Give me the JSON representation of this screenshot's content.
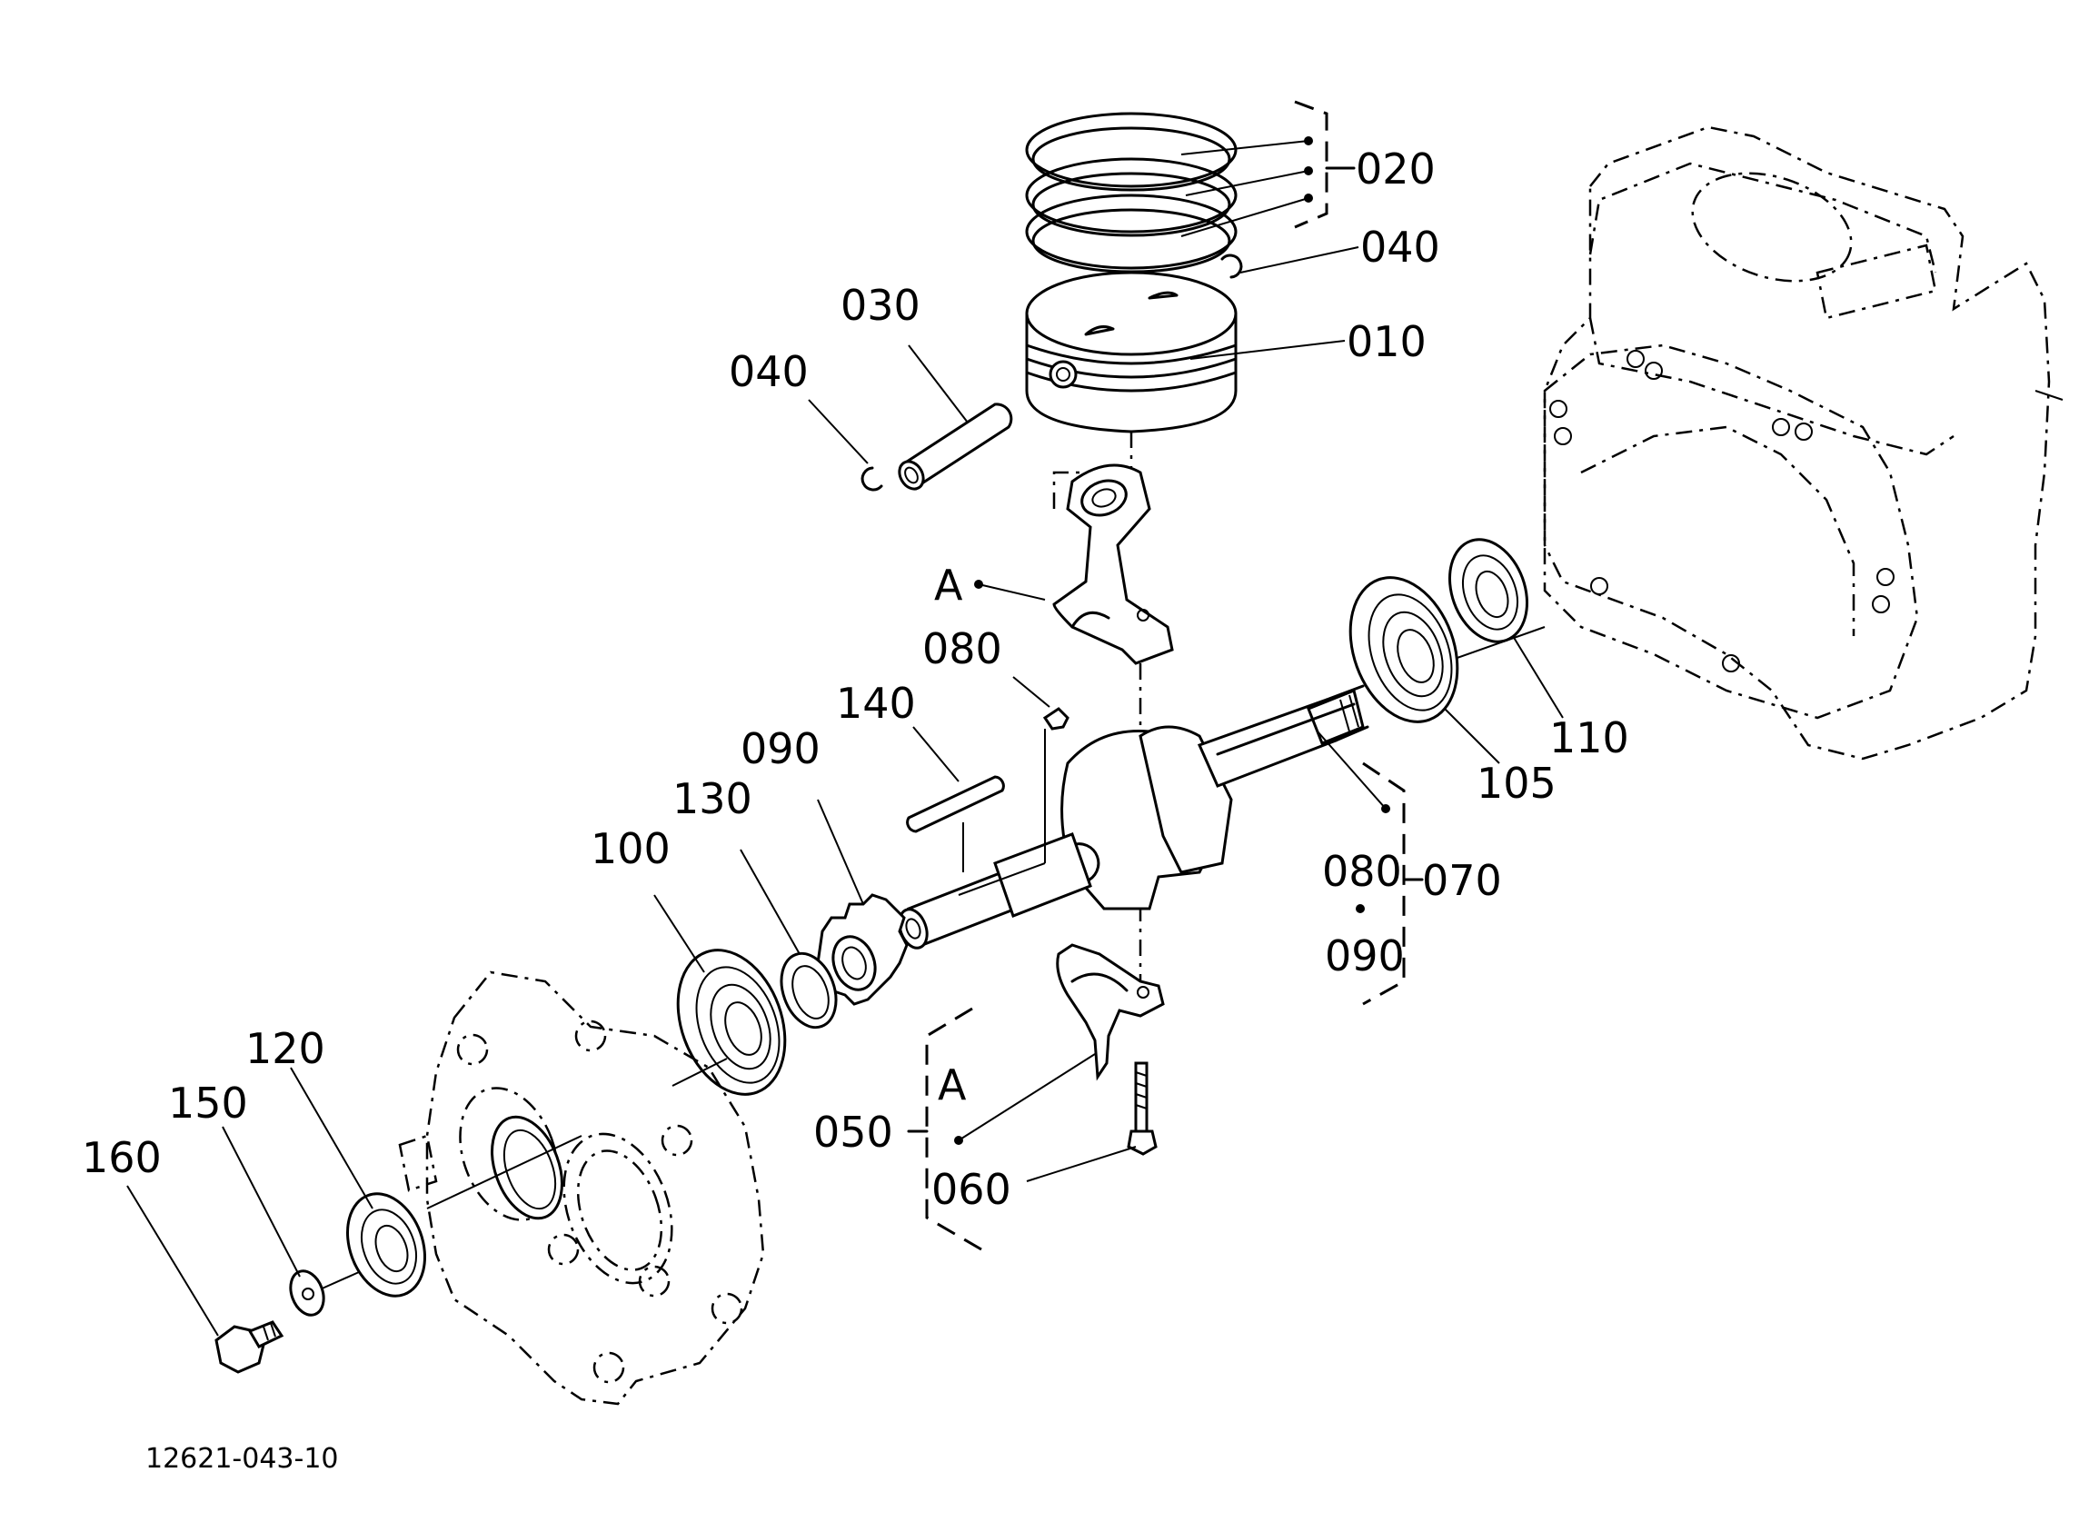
{
  "callouts": {
    "c010": "010",
    "c020": "020",
    "c030": "030",
    "c040_right": "040",
    "c040_left": "040",
    "c050": "050",
    "c060": "060",
    "c070": "070",
    "c080_top": "080",
    "c080_group": "080",
    "c090_gear": "090",
    "c090_group": "090",
    "c100": "100",
    "c105": "105",
    "c110": "110",
    "c120": "120",
    "c130": "130",
    "c140": "140",
    "c150": "150",
    "c160": "160",
    "a_rod": "A",
    "a_cap": "A"
  },
  "drawing_code": "12621-043-10"
}
